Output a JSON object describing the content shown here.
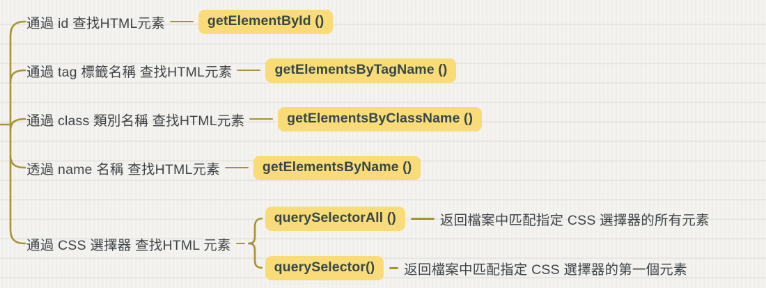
{
  "diagram": {
    "type": "mindmap",
    "topic": "finding HTML elements in the DOM",
    "colors": {
      "background": "#f2f1ee",
      "connector_line": "#a8922f",
      "node_background": "#f9dc78",
      "node_text": "#35474a",
      "label_text": "#3f4446"
    },
    "branches": [
      {
        "label": "通過 id 查找HTML元素",
        "method": "getElementById ()"
      },
      {
        "label": "通過 tag 標籤名稱 查找HTML元素",
        "method": "getElementsByTagName ()"
      },
      {
        "label": "通過 class 類別名稱 查找HTML元素",
        "method": "getElementsByClassName ()"
      },
      {
        "label": "透過 name 名稱 查找HTML元素",
        "method": "getElementsByName ()"
      },
      {
        "label": "通過 CSS 選擇器 查找HTML 元素",
        "children": [
          {
            "method": "querySelectorAll ()",
            "description": "返回檔案中匹配指定 CSS 選擇器的所有元素"
          },
          {
            "method": "querySelector()",
            "description": "返回檔案中匹配指定 CSS 選擇器的第一個元素"
          }
        ]
      }
    ]
  }
}
